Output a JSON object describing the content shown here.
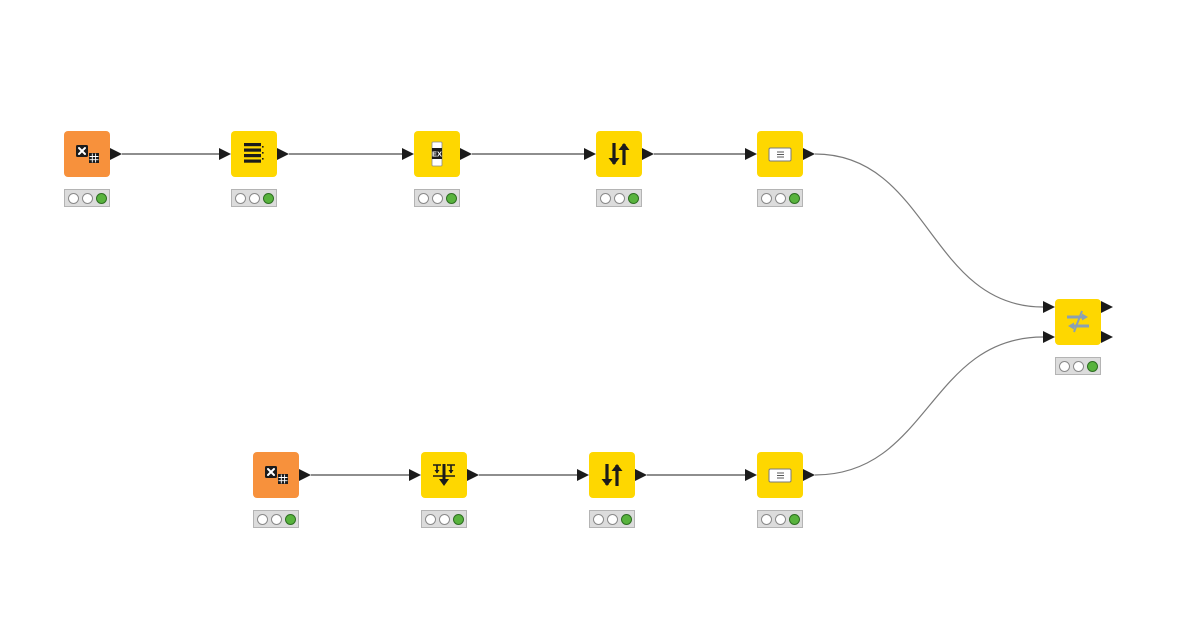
{
  "workflow": {
    "nodes": [
      {
        "id": "excel-reader-1",
        "category": "source",
        "icon": "excel-reader-icon",
        "color": "#f7913c",
        "status": "executed",
        "label": ""
      },
      {
        "id": "column-filter",
        "category": "manipulation",
        "icon": "column-filter-icon",
        "color": "#fed700",
        "status": "executed",
        "label": ""
      },
      {
        "id": "expression",
        "category": "manipulation",
        "icon": "expression-icon",
        "color": "#fed700",
        "status": "executed",
        "label": ""
      },
      {
        "id": "sorter-1",
        "category": "manipulation",
        "icon": "sorter-icon",
        "color": "#fed700",
        "status": "executed",
        "label": ""
      },
      {
        "id": "column-renamer-1",
        "category": "manipulation",
        "icon": "column-renamer-icon",
        "color": "#fed700",
        "status": "executed",
        "label": ""
      },
      {
        "id": "excel-reader-2",
        "category": "source",
        "icon": "excel-reader-icon",
        "color": "#f7913c",
        "status": "executed",
        "label": ""
      },
      {
        "id": "row-filter",
        "category": "manipulation",
        "icon": "row-filter-icon",
        "color": "#fed700",
        "status": "executed",
        "label": ""
      },
      {
        "id": "sorter-2",
        "category": "manipulation",
        "icon": "sorter-icon",
        "color": "#fed700",
        "status": "executed",
        "label": ""
      },
      {
        "id": "column-renamer-2",
        "category": "manipulation",
        "icon": "column-renamer-icon",
        "color": "#fed700",
        "status": "executed",
        "label": ""
      },
      {
        "id": "table-difference",
        "category": "manipulation",
        "icon": "table-difference-icon",
        "color": "#fed700",
        "status": "executed",
        "label": ""
      }
    ],
    "connections": [
      {
        "from": "excel-reader-1",
        "to": "column-filter"
      },
      {
        "from": "column-filter",
        "to": "expression"
      },
      {
        "from": "expression",
        "to": "sorter-1"
      },
      {
        "from": "sorter-1",
        "to": "column-renamer-1"
      },
      {
        "from": "column-renamer-1",
        "to": "table-difference",
        "in_port": 0
      },
      {
        "from": "excel-reader-2",
        "to": "row-filter"
      },
      {
        "from": "row-filter",
        "to": "sorter-2"
      },
      {
        "from": "sorter-2",
        "to": "column-renamer-2"
      },
      {
        "from": "column-renamer-2",
        "to": "table-difference",
        "in_port": 1
      }
    ],
    "colors": {
      "source_node": "#f7913c",
      "manipulation_node": "#fed700",
      "status_executed": "#58b33d",
      "connection": "#7a7a7a"
    }
  }
}
